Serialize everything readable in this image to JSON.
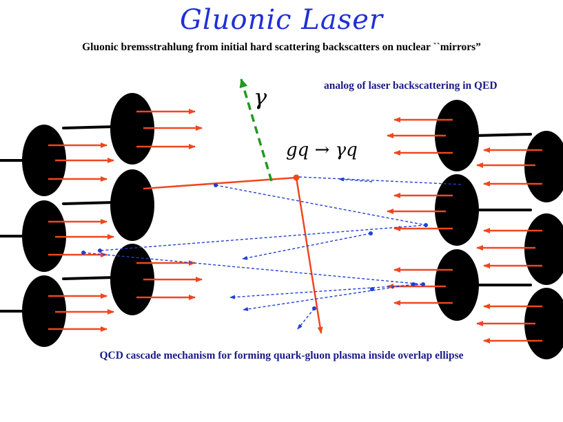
{
  "title": "Gluonic Laser",
  "subtitle": "Gluonic bremsstrahlung from initial hard scattering  backscatters on nuclear ``mirrors”",
  "labels": {
    "qed": "analog of  laser backscattering in QED",
    "qcd": "QCD cascade mechanism for forming quark-gluon plasma  inside overlap ellipse",
    "gamma": "γ",
    "reaction": "gq → γq"
  },
  "colors": {
    "title": "#1f2fd6",
    "nucleon": "#000000",
    "arrow": "#f0461e",
    "cascade": "#1f3fd6",
    "photon": "#1e9a1e",
    "label": "#1a1a8c"
  }
}
